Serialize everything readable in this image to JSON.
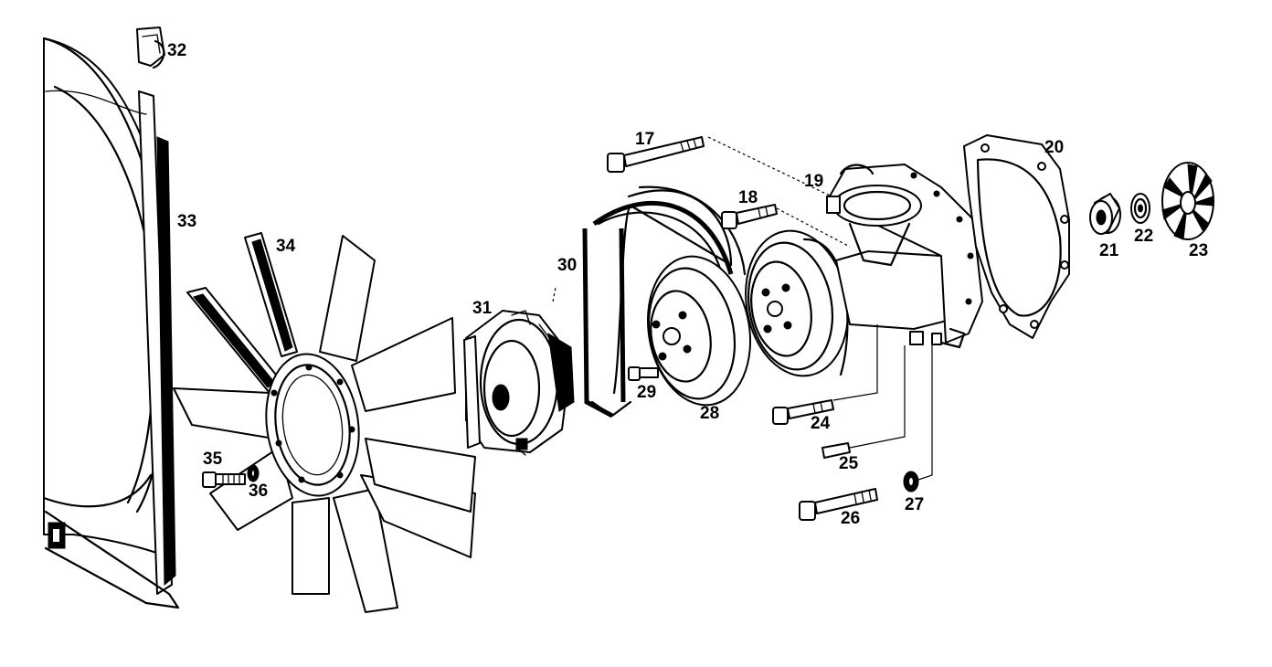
{
  "diagram": {
    "callouts": [
      {
        "id": "32",
        "text": "32"
      },
      {
        "id": "33",
        "text": "33"
      },
      {
        "id": "34",
        "text": "34"
      },
      {
        "id": "35",
        "text": "35"
      },
      {
        "id": "36",
        "text": "36"
      },
      {
        "id": "31",
        "text": "31"
      },
      {
        "id": "30",
        "text": "30"
      },
      {
        "id": "29",
        "text": "29"
      },
      {
        "id": "28",
        "text": "28"
      },
      {
        "id": "17",
        "text": "17"
      },
      {
        "id": "18",
        "text": "18"
      },
      {
        "id": "19",
        "text": "19"
      },
      {
        "id": "20",
        "text": "20"
      },
      {
        "id": "21",
        "text": "21"
      },
      {
        "id": "22",
        "text": "22"
      },
      {
        "id": "23",
        "text": "23"
      },
      {
        "id": "24",
        "text": "24"
      },
      {
        "id": "25",
        "text": "25"
      },
      {
        "id": "26",
        "text": "26"
      },
      {
        "id": "27",
        "text": "27"
      }
    ]
  }
}
